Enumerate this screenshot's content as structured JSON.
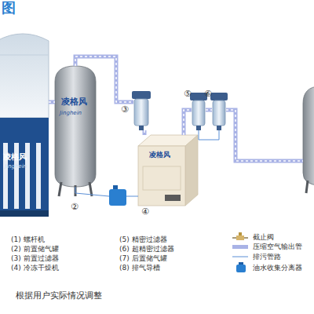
{
  "diagram": {
    "title": "图",
    "caption": "根据用户实际情况调整",
    "nodes": [
      {
        "text": [
          "凌格风",
          "Jinghein"
        ]
      },
      {
        "text": [
          "凌格风",
          "Jinghein",
          "②"
        ]
      },
      {
        "text": [
          "③"
        ]
      },
      {
        "text": [
          "凌格风",
          "④"
        ]
      },
      {
        "text": [
          "⑤"
        ]
      },
      {
        "text": [
          "⑥"
        ]
      }
    ],
    "edges": [
      {
        "from": 0,
        "to": 1,
        "arrow": "none"
      },
      {
        "from": 1,
        "to": 2,
        "arrow": "none"
      },
      {
        "from": 2,
        "to": 3,
        "arrow": "none"
      },
      {
        "from": 3,
        "to": 4,
        "arrow": "none"
      },
      {
        "from": 4,
        "to": 5,
        "arrow": "none"
      }
    ],
    "labels": [
      "(1) 螺杆机",
      "(2) 前置储气罐",
      "(3) 前置过滤器",
      "(4) 冷冻干燥机",
      "(5) 精密过滤器",
      "(6) 超精密过滤器",
      "(7) 后置储气罐",
      "(8) 排气导槽"
    ],
    "legend": [
      {
        "text": "截止阀"
      },
      {
        "text": "压缩空气输出管",
        "color": "#a9b3e6"
      },
      {
        "text": "排污管路"
      },
      {
        "text": "油水收集分离器"
      }
    ]
  }
}
